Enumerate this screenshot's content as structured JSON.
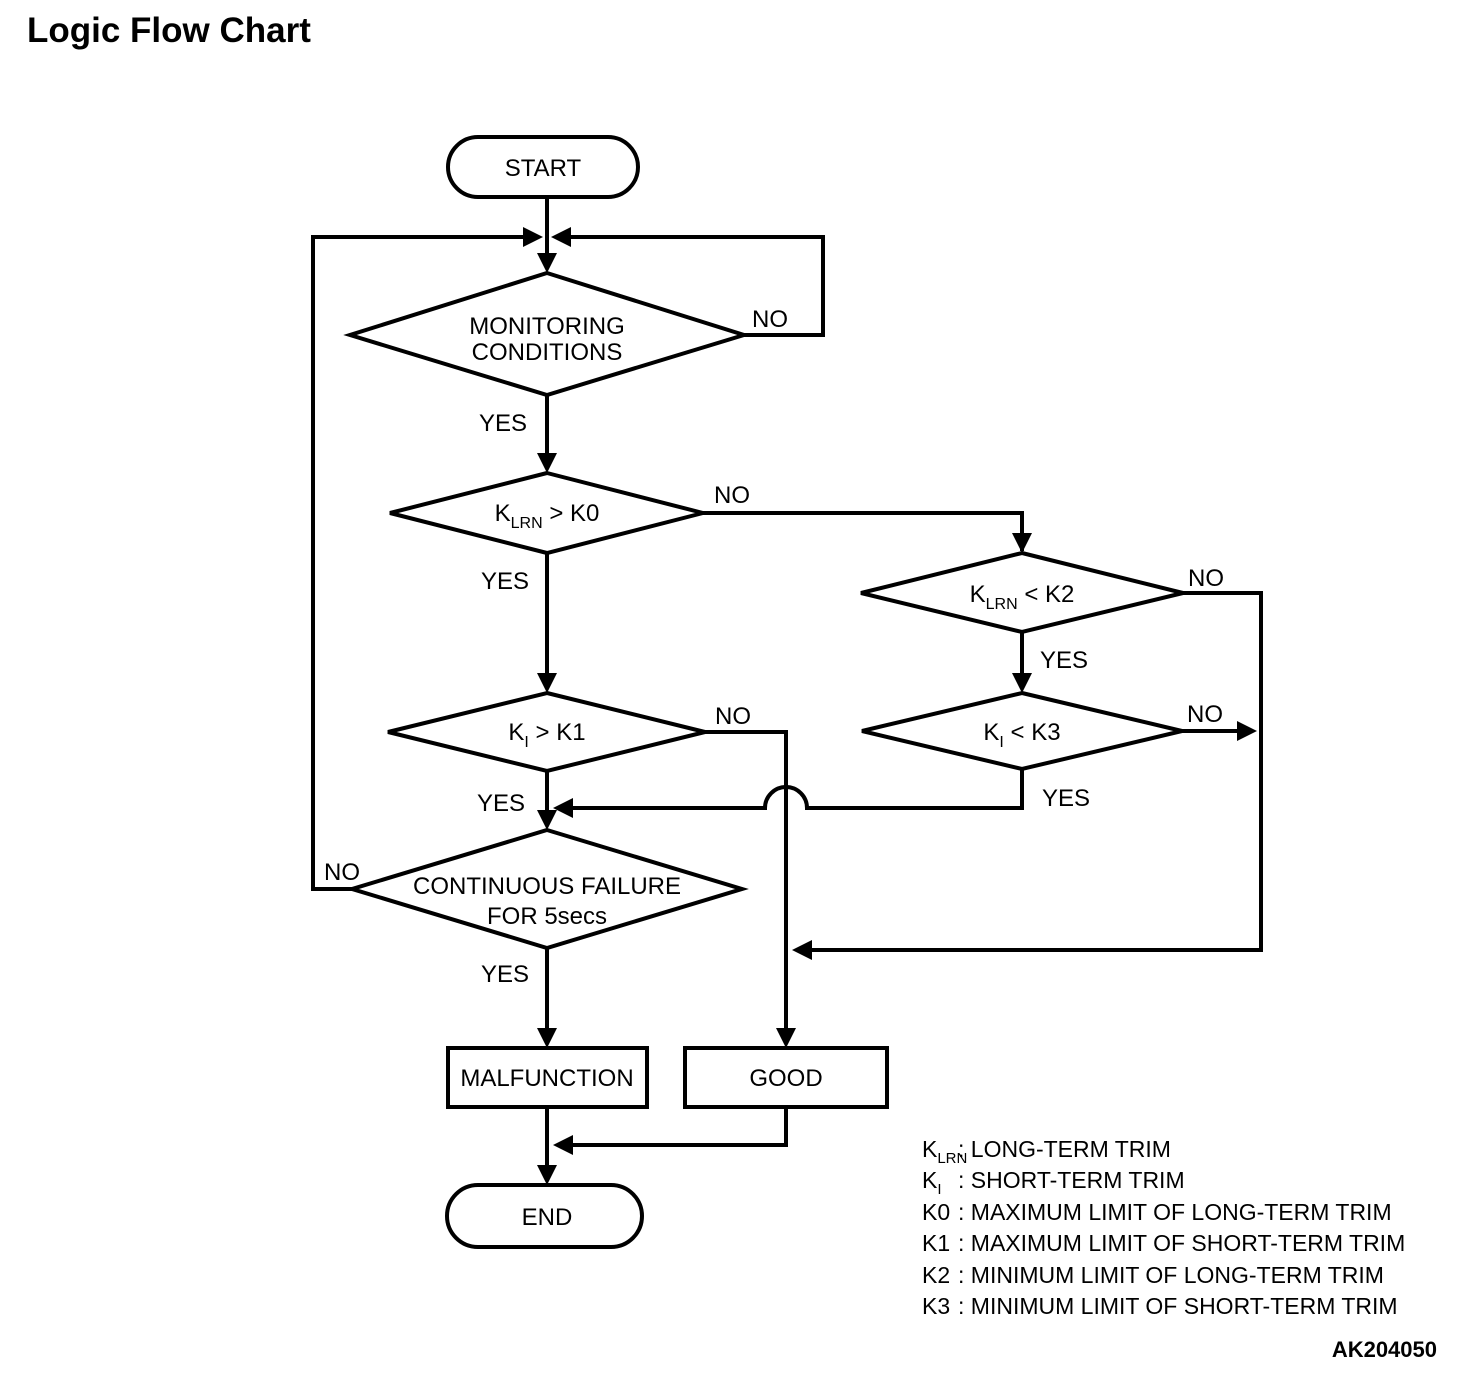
{
  "colors": {
    "ink": "#000000",
    "paper": "#ffffff"
  },
  "title": "Logic Flow Chart",
  "figure_code": "AK204050",
  "labels": {
    "yes": "YES",
    "no": "NO"
  },
  "nodes": {
    "start": "START",
    "monitoring": {
      "line1": "MONITORING",
      "line2": "CONDITIONS"
    },
    "klrn_gt_k0": {
      "base": "K",
      "sub": "LRN",
      "rest": " > K0"
    },
    "klrn_lt_k2": {
      "base": "K",
      "sub": "LRN",
      "rest": " < K2"
    },
    "ki_gt_k1": {
      "base": "K",
      "sub": "I",
      "rest": " > K1"
    },
    "ki_lt_k3": {
      "base": "K",
      "sub": "I",
      "rest": " < K3"
    },
    "continuous_failure": {
      "line1": "CONTINUOUS FAILURE",
      "line2": "FOR 5secs"
    },
    "malfunction": "MALFUNCTION",
    "good": "GOOD",
    "end": "END"
  },
  "legend": {
    "items": [
      {
        "base": "K",
        "sub": "LRN",
        "desc": ": LONG-TERM TRIM"
      },
      {
        "base": "K",
        "sub": "I",
        "desc": ": SHORT-TERM TRIM"
      },
      {
        "base": "K0",
        "sub": "",
        "desc": ": MAXIMUM LIMIT OF LONG-TERM TRIM"
      },
      {
        "base": "K1",
        "sub": "",
        "desc": ": MAXIMUM LIMIT OF SHORT-TERM TRIM"
      },
      {
        "base": "K2",
        "sub": "",
        "desc": ": MINIMUM LIMIT OF LONG-TERM TRIM"
      },
      {
        "base": "K3",
        "sub": "",
        "desc": ": MINIMUM LIMIT OF SHORT-TERM TRIM"
      }
    ]
  }
}
